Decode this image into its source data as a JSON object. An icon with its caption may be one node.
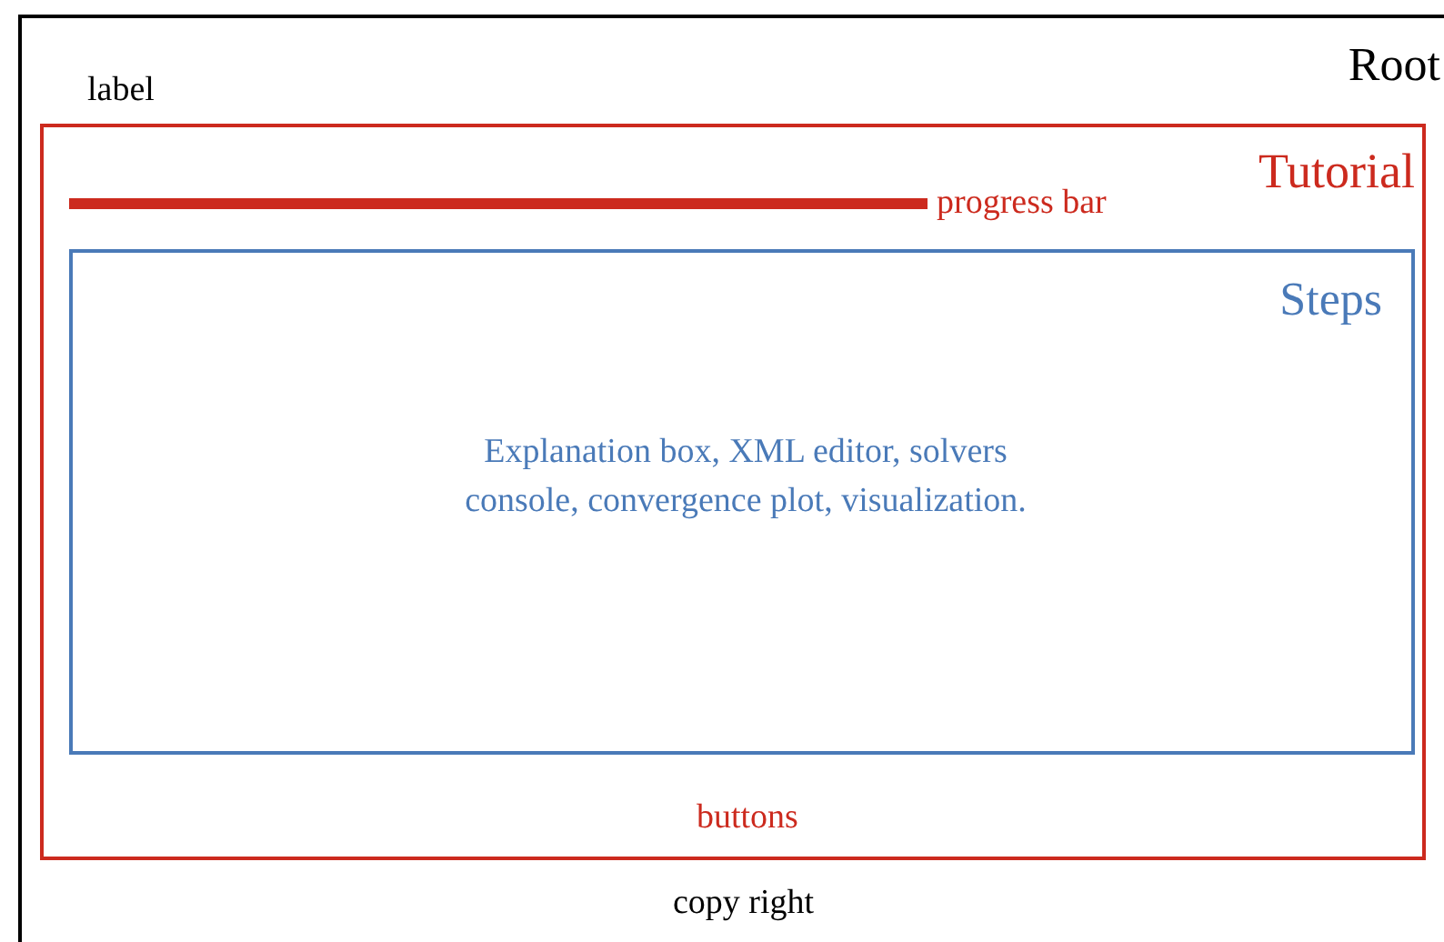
{
  "diagram": {
    "nodes": [
      {
        "text": [
          "Root"
        ]
      },
      {
        "text": [
          "Tutorial"
        ],
        "in": 0
      },
      {
        "text": [],
        "shape": "bar",
        "in": 1,
        "beside": [
          "progress bar"
        ]
      },
      {
        "text": [
          "Steps",
          "Explanation box, XML editor, solvers console, convergence plot, visualization."
        ],
        "in": 1
      }
    ],
    "edges": [],
    "labels": [
      "label",
      "buttons",
      "copy right"
    ]
  }
}
